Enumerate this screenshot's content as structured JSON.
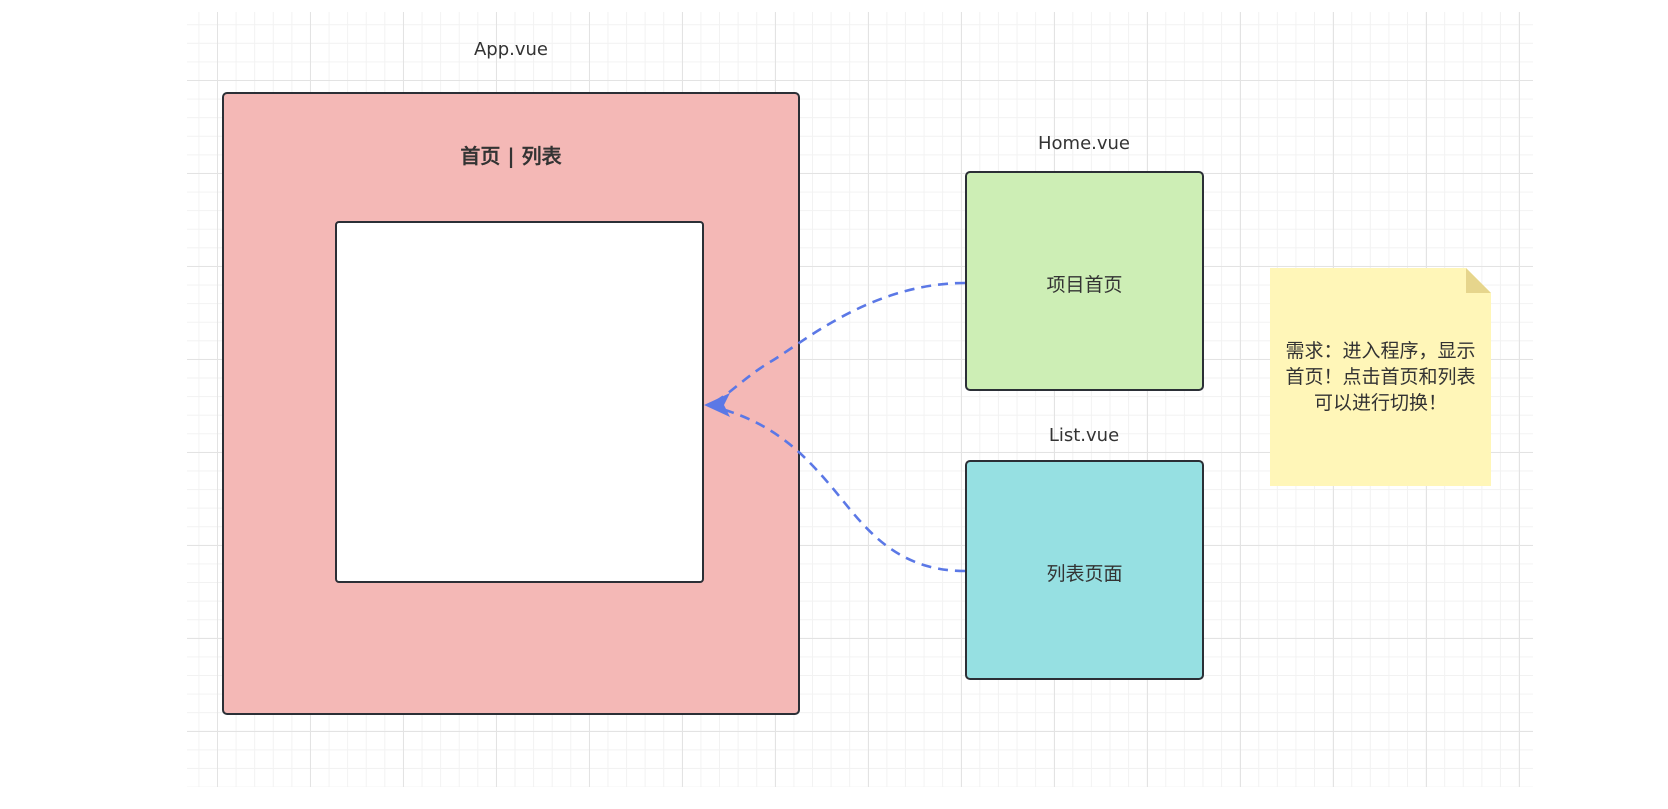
{
  "diagram": {
    "app": {
      "title": "App.vue",
      "nav_links": "首页 | 列表",
      "fill": "#f4b8b6"
    },
    "router_view": {
      "fill": "#ffffff"
    },
    "home": {
      "title": "Home.vue",
      "text": "项目首页",
      "fill": "#cdeeb5"
    },
    "list": {
      "title": "List.vue",
      "text": "列表页面",
      "fill": "#96e0e2"
    },
    "note": {
      "text": "需求：进入程序，显示首页！点击首页和列表可以进行切换！",
      "fill": "#fff6b8",
      "fold_fill": "#e6d58c"
    },
    "edges": [
      {
        "from": "home",
        "to": "router_view",
        "style": "dashed",
        "color": "#5b78e6"
      },
      {
        "from": "list",
        "to": "router_view",
        "style": "dashed",
        "color": "#5b78e6"
      }
    ]
  }
}
